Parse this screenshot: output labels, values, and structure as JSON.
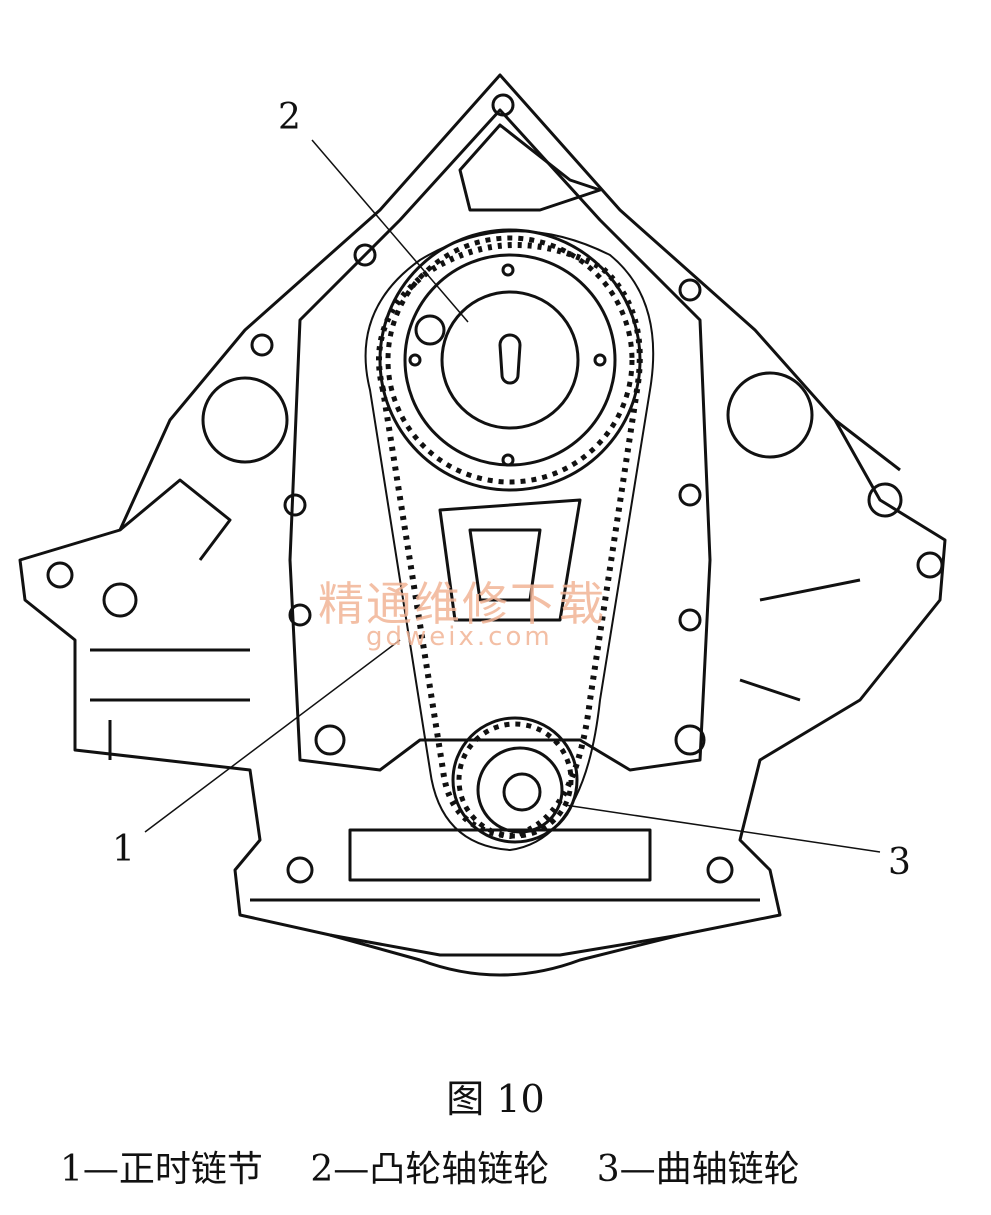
{
  "callouts": {
    "c1": "1",
    "c2": "2",
    "c3": "3"
  },
  "watermark": {
    "text": "精通维修下载",
    "url": "gdweix.com"
  },
  "figure": {
    "title": "图 10"
  },
  "legend": {
    "item1": "1—正时链节",
    "item2": "2—凸轮轴链轮",
    "item3": "3—曲轴链轮"
  }
}
